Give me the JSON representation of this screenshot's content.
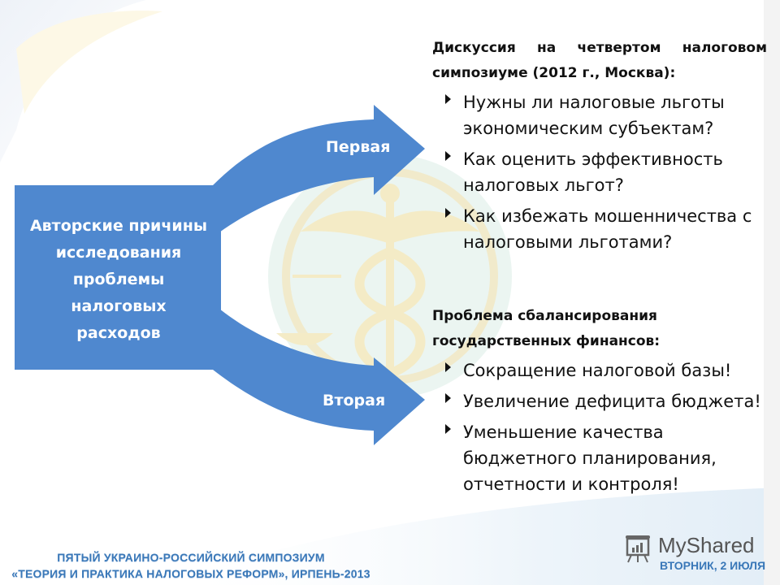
{
  "slide": {
    "diagram": {
      "source_box": {
        "label": "Авторские причины исследования проблемы налоговых расходов",
        "lines": [
          "Авторские причины",
          "исследования",
          "проблемы",
          "налоговых",
          "расходов"
        ]
      },
      "arrows": [
        {
          "label": "Первая",
          "direction": "up-right"
        },
        {
          "label": "Вторая",
          "direction": "down-right"
        }
      ],
      "colors": {
        "arrow_fill": "#4f88cf",
        "box_fill": "#4f88cf",
        "text": "#ffffff"
      }
    },
    "first_reason": {
      "heading": "Дискуссия на четвертом налоговом симпозиуме (2012 г., Москва):",
      "bullets": [
        "Нужны ли налоговые льготы экономическим субъектам?",
        "Как оценить эффективность налоговых льгот?",
        "Как избежать мошенничества с налоговыми льготами?"
      ]
    },
    "second_reason": {
      "heading": "Проблема сбалансирования государственных финансов:",
      "bullets": [
        "Сокращение налоговой базы!",
        "Увеличение дефицита бюджета!",
        "Уменьшение качества бюджетного планирования, отчетности и контроля!"
      ]
    },
    "footer": {
      "event_line1": "ПЯТЫЙ УКРАИНО-РОССИЙСКИЙ СИМПОЗИУМ",
      "event_line2": "«ТЕОРИЯ И ПРАКТИКА НАЛОГОВЫХ РЕФОРМ», ИРПЕНЬ-2013",
      "brand": "MyShared",
      "date": "ВТОРНИК, 2 ИЮЛЯ",
      "accent_color": "#3a78b8"
    },
    "icons": {
      "bullet": "triangle-right-icon",
      "brand": "presentation-board-icon",
      "watermark": "caduceus-emblem-icon"
    }
  }
}
